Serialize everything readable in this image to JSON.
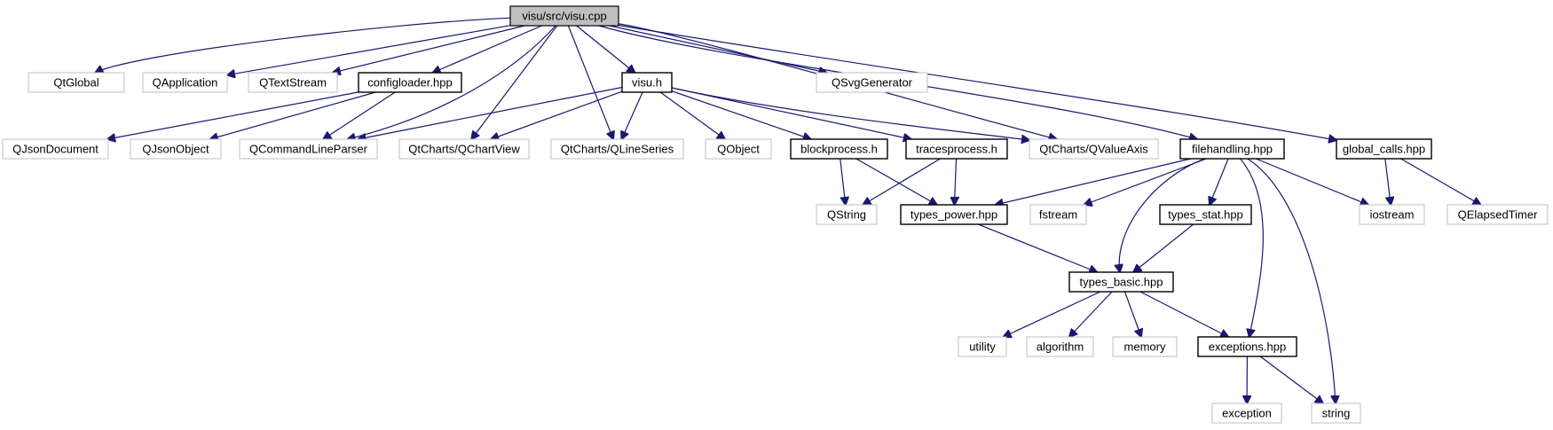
{
  "diagram": {
    "type": "include-dependency-graph",
    "colors": {
      "edge": "#191970",
      "root_fill": "#bfbfbf",
      "project_border": "#000000",
      "external_border": "#bfbfbf",
      "text": "#000000"
    },
    "nodes": [
      {
        "id": "visu_cpp",
        "label": "visu/src/visu.cpp",
        "kind": "root"
      },
      {
        "id": "qtglobal",
        "label": "QtGlobal",
        "kind": "external"
      },
      {
        "id": "qapplication",
        "label": "QApplication",
        "kind": "external"
      },
      {
        "id": "qtextstream",
        "label": "QTextStream",
        "kind": "external"
      },
      {
        "id": "configloader",
        "label": "configloader.hpp",
        "kind": "project"
      },
      {
        "id": "visu_h",
        "label": "visu.h",
        "kind": "project"
      },
      {
        "id": "qsvggenerator",
        "label": "QSvgGenerator",
        "kind": "external"
      },
      {
        "id": "qjsondocument",
        "label": "QJsonDocument",
        "kind": "external"
      },
      {
        "id": "qjsonobject",
        "label": "QJsonObject",
        "kind": "external"
      },
      {
        "id": "qcommandlineparser",
        "label": "QCommandLineParser",
        "kind": "external"
      },
      {
        "id": "qchartview",
        "label": "QtCharts/QChartView",
        "kind": "external"
      },
      {
        "id": "qlineseries",
        "label": "QtCharts/QLineSeries",
        "kind": "external"
      },
      {
        "id": "qobject",
        "label": "QObject",
        "kind": "external"
      },
      {
        "id": "blockprocess",
        "label": "blockprocess.h",
        "kind": "project"
      },
      {
        "id": "tracesprocess",
        "label": "tracesprocess.h",
        "kind": "project"
      },
      {
        "id": "qvalueaxis",
        "label": "QtCharts/QValueAxis",
        "kind": "external"
      },
      {
        "id": "filehandling",
        "label": "filehandling.hpp",
        "kind": "project"
      },
      {
        "id": "global_calls",
        "label": "global_calls.hpp",
        "kind": "project"
      },
      {
        "id": "qstring",
        "label": "QString",
        "kind": "external"
      },
      {
        "id": "types_power",
        "label": "types_power.hpp",
        "kind": "project"
      },
      {
        "id": "fstream",
        "label": "fstream",
        "kind": "external"
      },
      {
        "id": "types_stat",
        "label": "types_stat.hpp",
        "kind": "project"
      },
      {
        "id": "iostream",
        "label": "iostream",
        "kind": "external"
      },
      {
        "id": "qelapsedtimer",
        "label": "QElapsedTimer",
        "kind": "external"
      },
      {
        "id": "types_basic",
        "label": "types_basic.hpp",
        "kind": "project"
      },
      {
        "id": "utility",
        "label": "utility",
        "kind": "external"
      },
      {
        "id": "algorithm",
        "label": "algorithm",
        "kind": "external"
      },
      {
        "id": "memory",
        "label": "memory",
        "kind": "external"
      },
      {
        "id": "exceptions",
        "label": "exceptions.hpp",
        "kind": "project"
      },
      {
        "id": "exception",
        "label": "exception",
        "kind": "external"
      },
      {
        "id": "string",
        "label": "string",
        "kind": "external"
      }
    ],
    "edges": [
      {
        "from": "visu_cpp",
        "to": "qtglobal"
      },
      {
        "from": "visu_cpp",
        "to": "qapplication"
      },
      {
        "from": "visu_cpp",
        "to": "qtextstream"
      },
      {
        "from": "visu_cpp",
        "to": "configloader"
      },
      {
        "from": "visu_cpp",
        "to": "qcommandlineparser"
      },
      {
        "from": "visu_cpp",
        "to": "qchartview"
      },
      {
        "from": "visu_cpp",
        "to": "qlineseries"
      },
      {
        "from": "visu_cpp",
        "to": "visu_h"
      },
      {
        "from": "visu_cpp",
        "to": "qvalueaxis"
      },
      {
        "from": "visu_cpp",
        "to": "filehandling"
      },
      {
        "from": "visu_cpp",
        "to": "global_calls"
      },
      {
        "from": "visu_cpp",
        "to": "qsvggenerator"
      },
      {
        "from": "configloader",
        "to": "qjsondocument"
      },
      {
        "from": "configloader",
        "to": "qjsonobject"
      },
      {
        "from": "configloader",
        "to": "qcommandlineparser"
      },
      {
        "from": "visu_h",
        "to": "qcommandlineparser"
      },
      {
        "from": "visu_h",
        "to": "qchartview"
      },
      {
        "from": "visu_h",
        "to": "qlineseries"
      },
      {
        "from": "visu_h",
        "to": "qobject"
      },
      {
        "from": "visu_h",
        "to": "blockprocess"
      },
      {
        "from": "visu_h",
        "to": "tracesprocess"
      },
      {
        "from": "visu_h",
        "to": "qvalueaxis"
      },
      {
        "from": "blockprocess",
        "to": "qstring"
      },
      {
        "from": "blockprocess",
        "to": "types_power"
      },
      {
        "from": "tracesprocess",
        "to": "qstring"
      },
      {
        "from": "tracesprocess",
        "to": "types_power"
      },
      {
        "from": "filehandling",
        "to": "types_power"
      },
      {
        "from": "filehandling",
        "to": "fstream"
      },
      {
        "from": "filehandling",
        "to": "types_stat"
      },
      {
        "from": "filehandling",
        "to": "types_basic"
      },
      {
        "from": "filehandling",
        "to": "exceptions"
      },
      {
        "from": "filehandling",
        "to": "string"
      },
      {
        "from": "filehandling",
        "to": "iostream"
      },
      {
        "from": "global_calls",
        "to": "iostream"
      },
      {
        "from": "global_calls",
        "to": "qelapsedtimer"
      },
      {
        "from": "types_power",
        "to": "types_basic"
      },
      {
        "from": "types_stat",
        "to": "types_basic"
      },
      {
        "from": "types_basic",
        "to": "utility"
      },
      {
        "from": "types_basic",
        "to": "algorithm"
      },
      {
        "from": "types_basic",
        "to": "memory"
      },
      {
        "from": "types_basic",
        "to": "exceptions"
      },
      {
        "from": "exceptions",
        "to": "exception"
      },
      {
        "from": "exceptions",
        "to": "string"
      }
    ]
  }
}
